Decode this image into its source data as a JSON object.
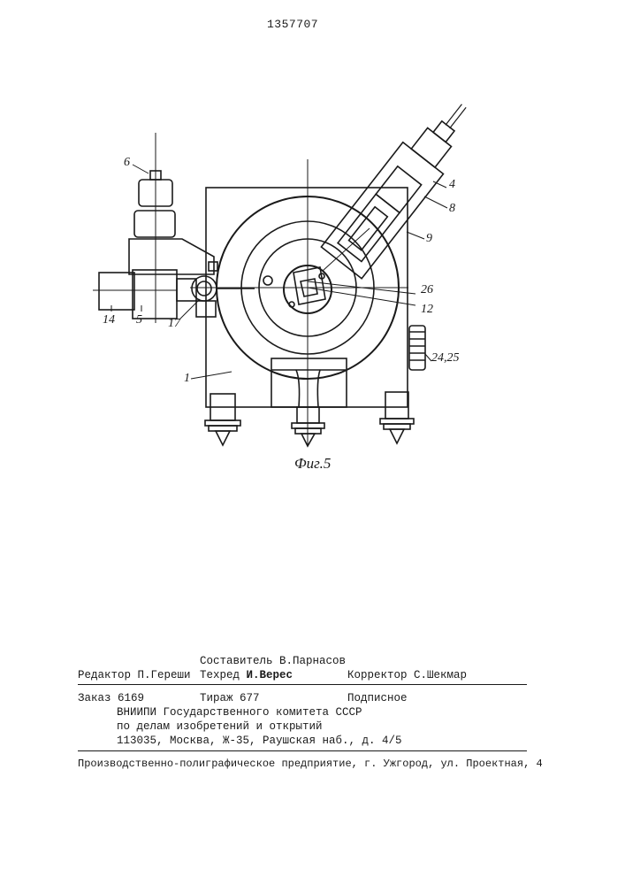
{
  "patent_number": "1357707",
  "figure": {
    "caption": "Фиг.5",
    "labels": {
      "l6": "6",
      "l4": "4",
      "l8": "8",
      "l9": "9",
      "l26": "26",
      "l12": "12",
      "l14": "14",
      "l5": "5",
      "l17": "17",
      "l2425": "24,25",
      "l1": "1"
    }
  },
  "imprint": {
    "compiler": "Составитель В.Парнасов",
    "editor": "Редактор П.Гереши",
    "techred_prefix": "Техред ",
    "techred_name": "И.Верес",
    "corrector": "Корректор С.Шекмар",
    "order": "Заказ 6169",
    "circulation": "Тираж 677",
    "subscription": "Подписное",
    "org_line1": "ВНИИПИ Государственного комитета СССР",
    "org_line2": "по делам изобретений и открытий",
    "org_line3": "113035, Москва, Ж-35, Раушская наб., д. 4/5",
    "publisher": "Производственно-полиграфическое предприятие, г. Ужгород, ул. Проектная, 4"
  }
}
